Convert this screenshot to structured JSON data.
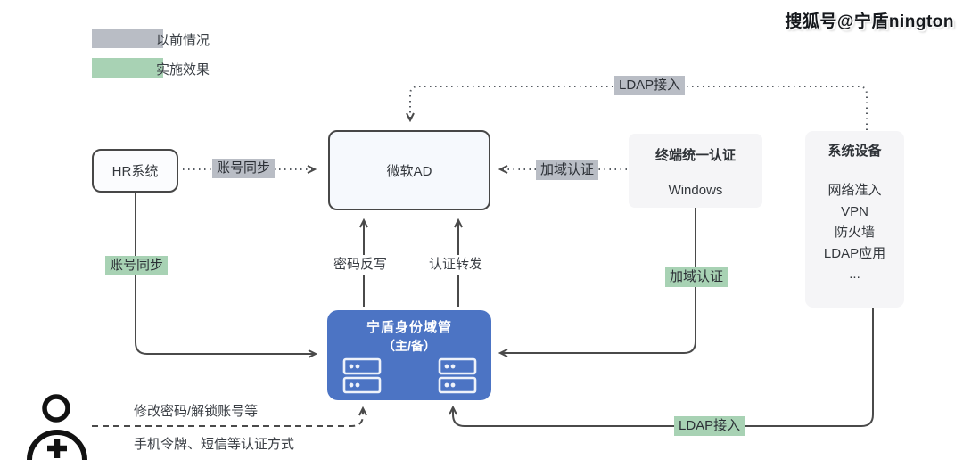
{
  "watermark": "搜狐号@宁盾nington",
  "legend": {
    "items": [
      {
        "label": "以前情况",
        "color": "#b9bdc5"
      },
      {
        "label": "实施效果",
        "color": "#a8d2b4"
      }
    ]
  },
  "colors": {
    "prev_gray": "#b9bdc5",
    "effect_green": "#a8d2b4",
    "nington_blue": "#4c74c4",
    "line_dark": "#4a4a4a"
  },
  "nodes": {
    "hr": {
      "label": "HR系统"
    },
    "ad": {
      "label": "微软AD"
    },
    "terminal": {
      "title": "终端统一认证",
      "subtitle": "Windows"
    },
    "devices": {
      "title": "系统设备",
      "items": [
        "网络准入",
        "VPN",
        "防火墙",
        "LDAP应用",
        "..."
      ]
    },
    "nington": {
      "title": "宁盾身份域管",
      "subtitle": "（主/备）"
    }
  },
  "edges": {
    "account_sync_prev": "账号同步",
    "domain_auth_prev": "加域认证",
    "ldap_prev": "LDAP接入",
    "account_sync_new": "账号同步",
    "domain_auth_new": "加域认证",
    "ldap_new": "LDAP接入",
    "password_writeback": "密码反写",
    "auth_forwarding": "认证转发",
    "user_selfservice": "修改密码/解锁账号等",
    "auth_methods": "手机令牌、短信等认证方式"
  }
}
